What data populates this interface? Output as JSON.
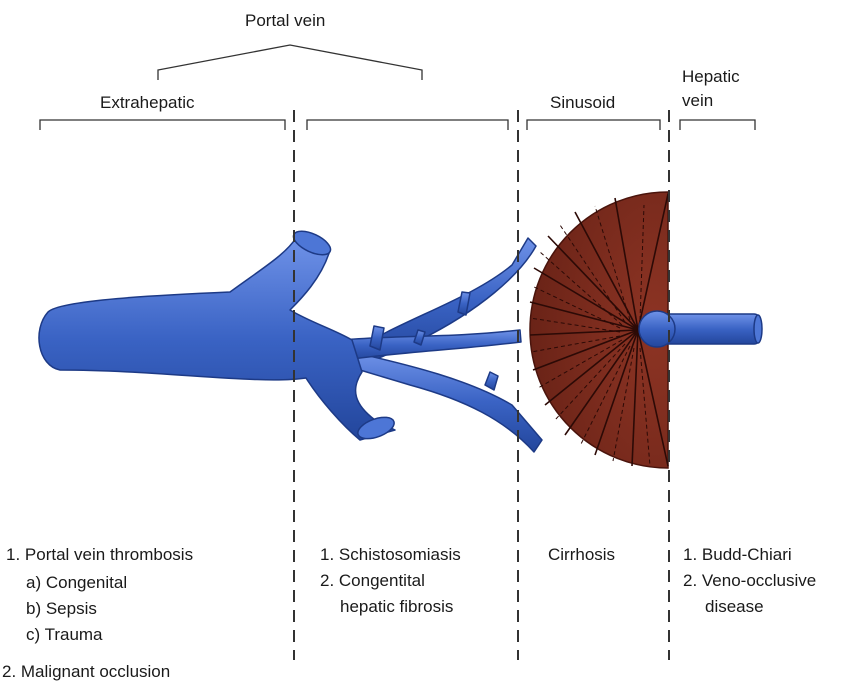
{
  "headers": {
    "portal_vein": "Portal vein",
    "extrahepatic": "Extrahepatic",
    "sinusoid": "Sinusoid",
    "hepatic_vein_line1": "Hepatic",
    "hepatic_vein_line2": "vein"
  },
  "extrahepatic_causes": {
    "item1": "1. Portal vein thrombosis",
    "sub_a": "a) Congenital",
    "sub_b": "b) Sepsis",
    "sub_c": "c) Trauma",
    "item2": "2. Malignant occlusion"
  },
  "intrahepatic_presinusoidal_causes": {
    "item1": "1. Schistosomiasis",
    "item2_line1": "2. Congentital",
    "item2_line2": "hepatic fibrosis"
  },
  "sinusoidal_causes": {
    "item1": "Cirrhosis"
  },
  "hepatic_vein_causes": {
    "item1": "1. Budd-Chiari",
    "item2_line1": "2. Veno-occlusive",
    "item2_line2": "disease"
  },
  "colors": {
    "vein_blue": "#3a63c4",
    "liver_red": "#7e2a1e",
    "line": "#333333"
  }
}
